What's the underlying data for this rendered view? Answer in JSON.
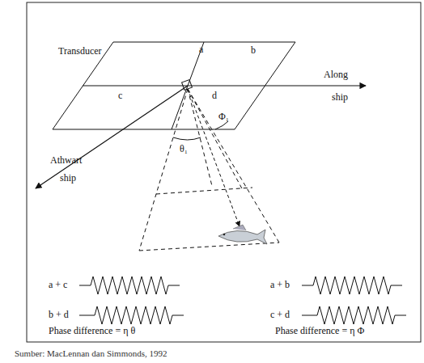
{
  "diagram": {
    "caption": "Sumber: MacLennan dan Simmonds, 1992",
    "labels": [
      "Transducer",
      "a",
      "b",
      "c",
      "d",
      "Along",
      "ship",
      "Athwart",
      "ship",
      "θ₁",
      "Φ₁",
      "a + c",
      "b + d",
      "a + b",
      "c + d",
      "Phase difference = η θ",
      "Phase difference = η Φ"
    ]
  }
}
